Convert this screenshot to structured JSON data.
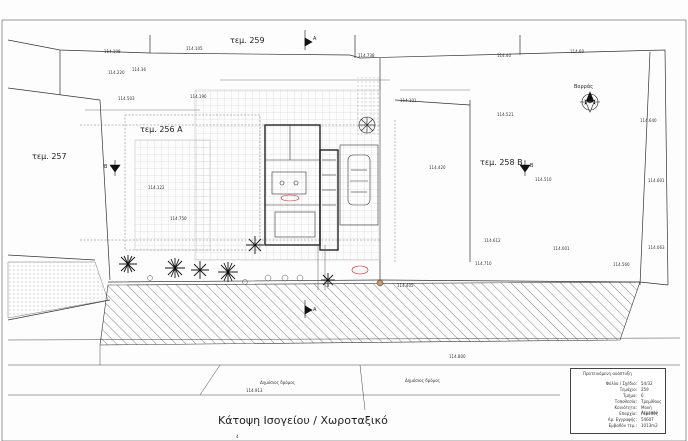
{
  "plot_labels": {
    "top": "τεμ. 259",
    "upper_left": "τεμ. 256 Α",
    "left": "τεμ. 257",
    "right": "τεμ. 258 Β"
  },
  "section_markers": {
    "a": "A",
    "b": "B"
  },
  "north_label": "Βορράς",
  "north_letter": "N",
  "road_labels": {
    "left": "Δημόσιος δρόμος",
    "right": "Δημόσιος δρόμος"
  },
  "elevation_marks": [
    "114.198",
    "114.40",
    "114.105",
    "114.36",
    "114.738",
    "114.60",
    "114.220",
    "114.521",
    "114.190",
    "114.503",
    "114.640",
    "114.101",
    "114.122",
    "114.420",
    "114.510",
    "114.601",
    "114.750",
    "114.612",
    "114.001",
    "114.063",
    "114.710",
    "114.405",
    "114.560",
    "114.800",
    "114.913"
  ],
  "title_caption": "Κάτοψη Ισογείου / Χωροταξικό",
  "page_number": "4",
  "title_block": {
    "heading": "Προτεινόμενη ανάπτυξη",
    "rows": [
      {
        "label": "Φύλλο / Σχέδιο:",
        "value": "54/32"
      },
      {
        "label": "Τεμάχιο:",
        "value": "259"
      },
      {
        "label": "Τμήμα:",
        "value": "6"
      },
      {
        "label": "Τοποθεσία:",
        "value": "Τρεμίθους"
      },
      {
        "label": "Κοινότητα:",
        "value": "Μονή Λεμεσού"
      },
      {
        "label": "Επαρχία:",
        "value": "Λεμεσός"
      },
      {
        "label": "Αρ. Εγγραφής:",
        "value": "54607"
      },
      {
        "label": "Εμβαδόν τεμ.:",
        "value": "1013m2"
      }
    ]
  },
  "colors": {
    "ink": "#222222",
    "hatch": "#333333",
    "tree": "#111111",
    "red_mark": "#cc2222",
    "paper": "#fdfdfd"
  }
}
